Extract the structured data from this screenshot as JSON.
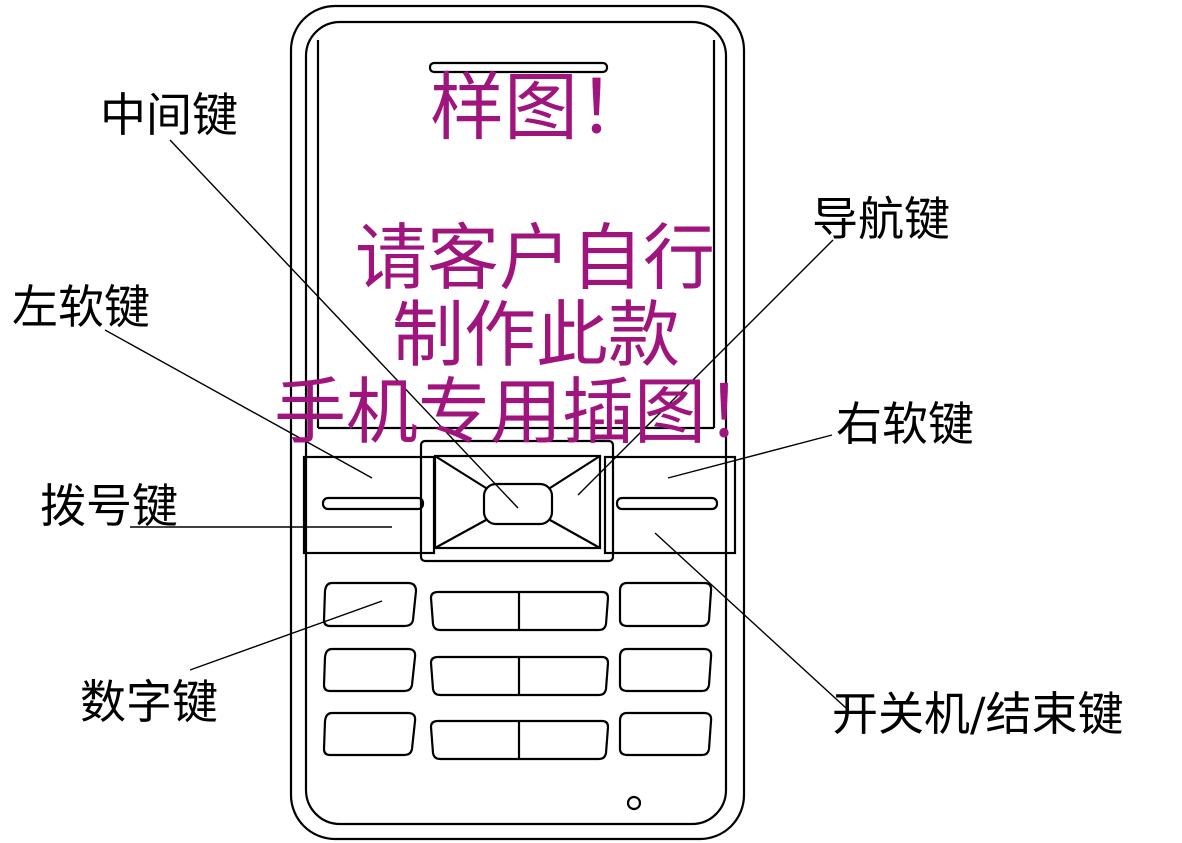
{
  "labels": {
    "center_key": "中间键",
    "nav_key": "导航键",
    "left_soft_key": "左软键",
    "right_soft_key": "右软键",
    "dial_key": "拨号键",
    "number_keys": "数字键",
    "power_end_key": "开关机/结束键"
  },
  "watermark": {
    "line1": "样图！",
    "line2": "请客户自行",
    "line3": "制作此款",
    "line4": "手机专用插图！",
    "color": "#a0157d"
  }
}
